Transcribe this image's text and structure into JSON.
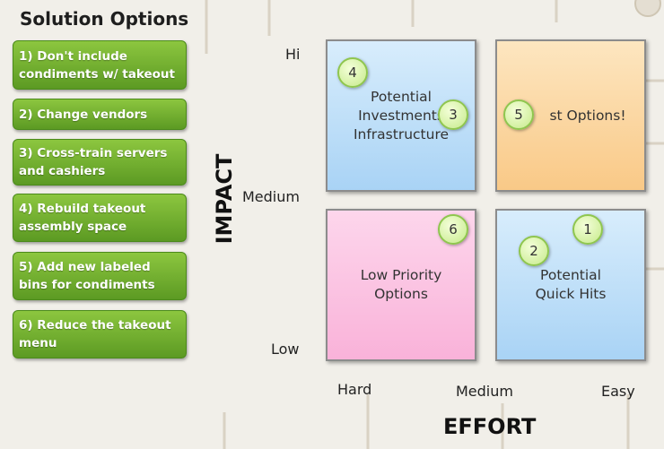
{
  "title": "Solution Options",
  "options": [
    {
      "label": "1) Don't include condiments w/ takeout"
    },
    {
      "label": "2) Change vendors"
    },
    {
      "label": "3) Cross-train servers and cashiers"
    },
    {
      "label": "4) Rebuild takeout assembly space"
    },
    {
      "label": "5) Add new labeled bins for condiments"
    },
    {
      "label": "6) Reduce the takeout menu"
    }
  ],
  "impact_axis": {
    "title": "IMPACT",
    "ticks": [
      "Hi",
      "Medium",
      "Low"
    ]
  },
  "effort_axis": {
    "title": "EFFORT",
    "ticks": [
      "Hard",
      "Medium",
      "Easy"
    ]
  },
  "quadrants": {
    "top_left": {
      "label": "Potential Investments Infrastructure",
      "color": "#bfe0fa"
    },
    "top_right": {
      "label": "st Options!",
      "color": "#fcd8a0"
    },
    "bottom_left": {
      "label": "Low Priority Options",
      "color": "#fbc3e2"
    },
    "bottom_right": {
      "label": "Potential Quick Hits",
      "color": "#bfe0fa"
    }
  },
  "badges": [
    "4",
    "3",
    "5",
    "6",
    "1",
    "2"
  ]
}
